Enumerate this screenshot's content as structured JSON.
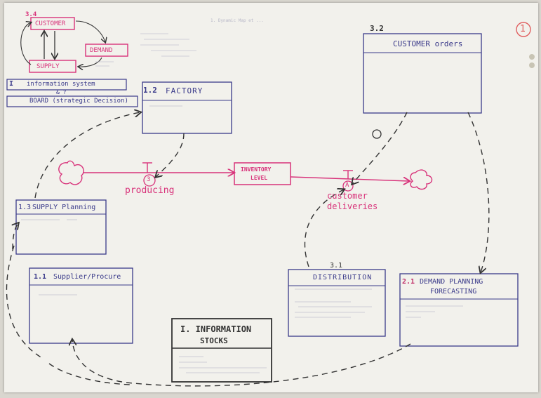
{
  "page_marker": "1",
  "top_note": "1. Dynamic Map et ...",
  "legend_cluster": {
    "customer_label": "CUSTOMER",
    "customer_number": "3.4",
    "demand_label": "DEMAND",
    "supply_label": "SUPPLY"
  },
  "info_system_row": {
    "number": "I",
    "text": "information  system",
    "connector": "& ?",
    "board": "BOARD (strategic Decision)"
  },
  "factory": {
    "number": "1.2",
    "title": "FACTORY"
  },
  "customer_orders": {
    "number": "3.2",
    "title": "CUSTOMER orders"
  },
  "supply_planning": {
    "number": "1.3",
    "title": "SUPPLY Planning"
  },
  "supplier": {
    "number": "1.1",
    "title": "Supplier/Procure"
  },
  "distribution": {
    "number": "3.1",
    "title": "DISTRIBUTION"
  },
  "demand_planning": {
    "number": "2.1",
    "title": "DEMAND PLANNING",
    "subtitle": "FORECASTING"
  },
  "information_stocks": {
    "title_line1": "I. INFORMATION",
    "title_line2": "STOCKS"
  },
  "flow": {
    "inventory_label_line1": "INVENTORY",
    "inventory_label_line2": "LEVEL",
    "producing_label": "producing",
    "producing_marker": "3",
    "deliveries_line1": "customer",
    "deliveries_line2": "deliveries",
    "deliveries_marker": "A"
  },
  "colors": {
    "ink_blue": "#3a3a8a",
    "ink_pink": "#d8327a",
    "ink_dark": "#333333",
    "paper": "#f2f1ec"
  }
}
